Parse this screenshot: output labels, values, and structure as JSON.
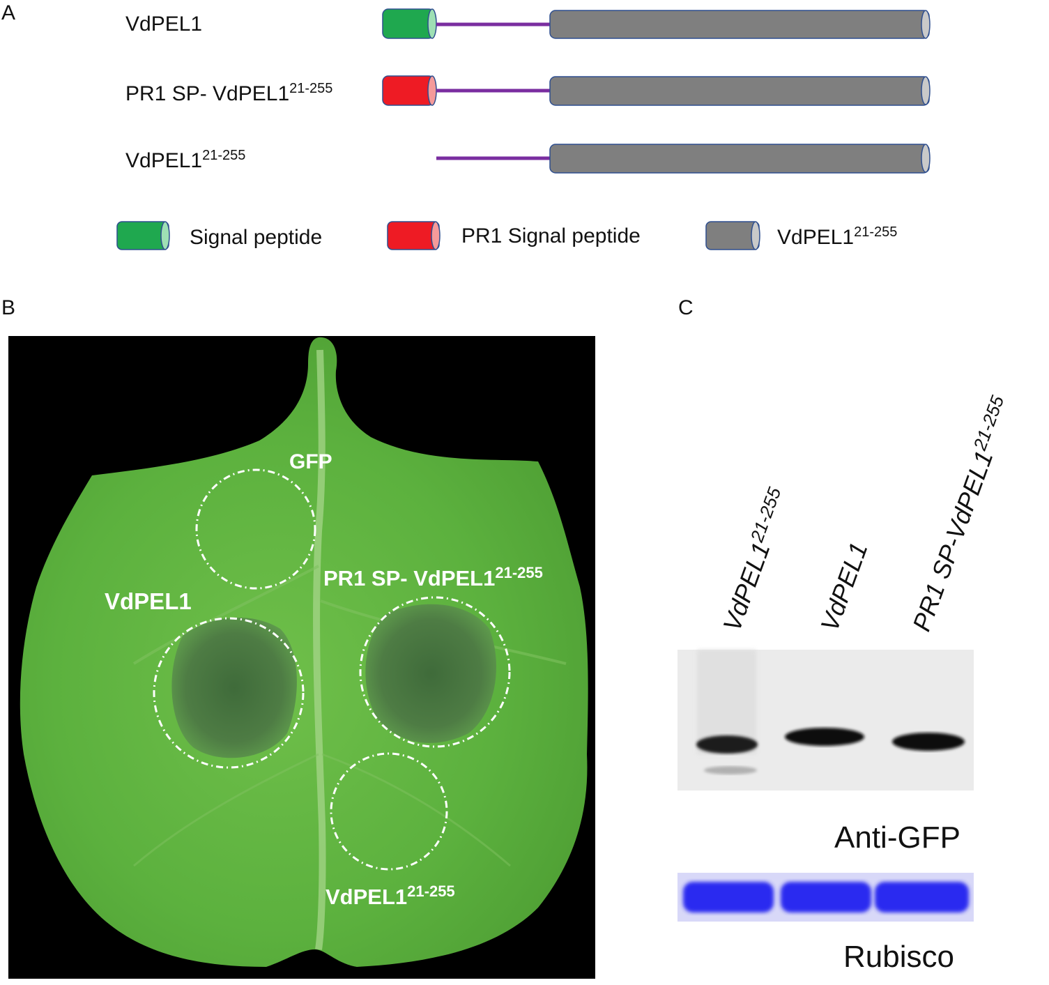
{
  "panels": {
    "a": {
      "letter": "A"
    },
    "b": {
      "letter": "B"
    },
    "c": {
      "letter": "C"
    }
  },
  "constructs": [
    {
      "base": "VdPEL1",
      "sup": "",
      "signal": "native"
    },
    {
      "base": "PR1 SP- VdPEL1",
      "sup": "21-255",
      "signal": "pr1"
    },
    {
      "base": "VdPEL1",
      "sup": "21-255",
      "signal": "none"
    }
  ],
  "legend": [
    {
      "label": "Signal peptide",
      "sup": "",
      "color": "#1fa84f"
    },
    {
      "label": "PR1 Signal peptide",
      "sup": "",
      "color": "#ee1b24"
    },
    {
      "label": "VdPEL1",
      "sup": "21-255",
      "color": "#7f7f7f"
    }
  ],
  "colors": {
    "signal_peptide": "#1fa84f",
    "pr1_signal_peptide": "#ee1b24",
    "domain": "#7f7f7f",
    "linker": "#7a2ea0",
    "outline": "#2f4f8f"
  },
  "leaf_labels": {
    "gfp": "GFP",
    "vdpel1": "VdPEL1",
    "pr1_base": "PR1 SP- VdPEL1",
    "pr1_sup": "21-255",
    "trunc_base": "VdPEL1",
    "trunc_sup": "21-255"
  },
  "blot": {
    "lanes": [
      {
        "base": "VdPEL1",
        "sup": "21-255"
      },
      {
        "base": "VdPEL1",
        "sup": ""
      },
      {
        "base": "PR1 SP-VdPEL1",
        "sup": "21-255"
      }
    ],
    "antibody_label": "Anti-GFP",
    "loading_label": "Rubisco",
    "loading_color": "#2b2bf0"
  }
}
